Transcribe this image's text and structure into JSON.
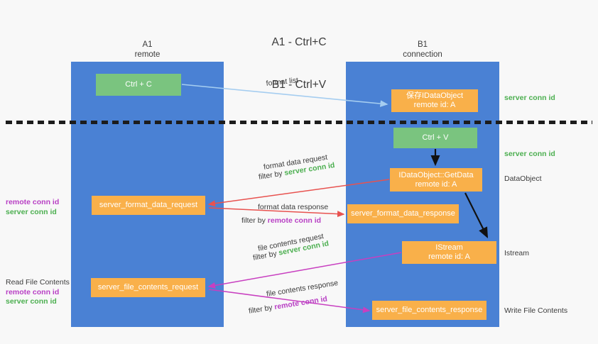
{
  "title": {
    "line1": "A1 - Ctrl+C",
    "line2": "B1 - Ctrl+V"
  },
  "colors": {
    "lane": "#4a81d4",
    "node_green": "#7ac47f",
    "node_orange": "#f9b04a",
    "accent_green_text": "#4caf50",
    "accent_purple_text": "#b83fc4",
    "arrow_lightblue": "#a5cdf0",
    "arrow_red": "#e8524f",
    "arrow_magenta": "#c83fc0",
    "arrow_black": "#111111",
    "background": "#f8f8f8",
    "text": "#3c3c3c"
  },
  "lanes": [
    {
      "id": "a1",
      "name": "A1",
      "sub": "remote"
    },
    {
      "id": "b1",
      "name": "B1",
      "sub": "connection"
    }
  ],
  "nodes": {
    "ctrl_c": {
      "line1": "Ctrl + C",
      "line2": ""
    },
    "save_dataobject": {
      "line1": "保存IDataObject",
      "line2": "remote id: A"
    },
    "ctrl_v": {
      "line1": "Ctrl + V",
      "line2": ""
    },
    "getdata": {
      "line1": "IDataObject::GetData",
      "line2": "remote id: A"
    },
    "format_data_request": {
      "line1": "server_format_data_request",
      "line2": ""
    },
    "format_data_response": {
      "line1": "server_format_data_response",
      "line2": ""
    },
    "istream": {
      "line1": "IStream",
      "line2": "remote id: A"
    },
    "file_contents_request": {
      "line1": "server_file_contents_request",
      "line2": ""
    },
    "file_contents_response": {
      "line1": "server_file_contents_response",
      "line2": ""
    }
  },
  "edge_labels": {
    "format_list": "format list",
    "format_data_request_l1": "format data request",
    "format_data_request_filter_prefix": "filter by ",
    "format_data_request_filter_value": "server conn id",
    "format_data_response_l1": "format data response",
    "format_data_response_filter_prefix": "filter by ",
    "format_data_response_filter_value": "remote conn id",
    "file_contents_request_l1": "file contents request",
    "file_contents_request_filter_prefix": "filter by ",
    "file_contents_request_filter_value": "server conn id",
    "file_contents_response_l1": "file contents response",
    "file_contents_response_filter_prefix": "filter by ",
    "file_contents_response_filter_value": "remote conn id"
  },
  "annotations": {
    "right_server_conn_id_top": "server conn id",
    "right_server_conn_id_mid": "server conn id",
    "right_dataobject": "DataObject",
    "right_istream": "Istream",
    "right_write_file_contents": "Write File Contents",
    "left_remote_conn_id_1": "remote conn id",
    "left_server_conn_id_1": "server conn id",
    "left_read_file_contents": "Read File Contents",
    "left_remote_conn_id_2": "remote conn id",
    "left_server_conn_id_2": "server conn id"
  }
}
